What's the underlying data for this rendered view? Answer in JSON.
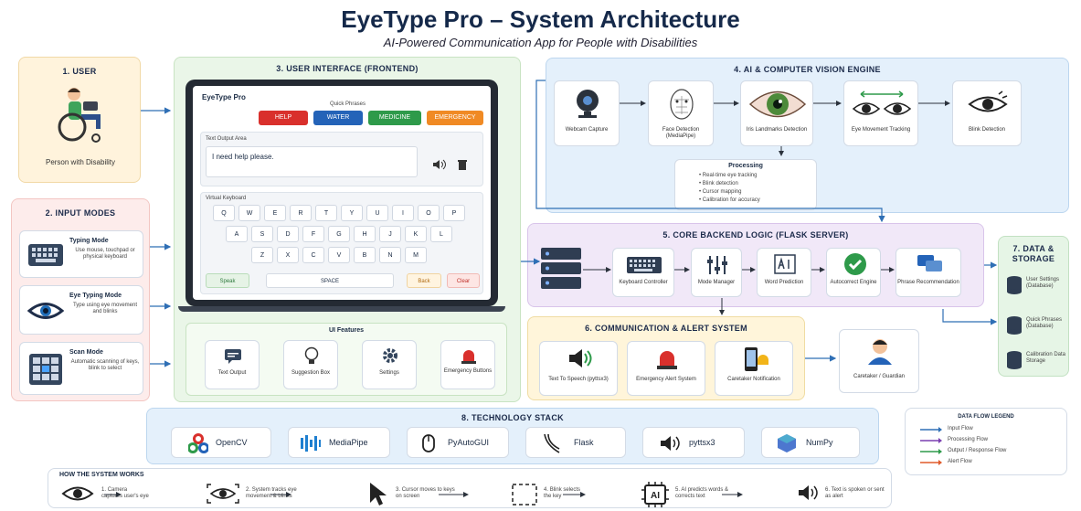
{
  "header": {
    "title": "EyeType Pro – System Architecture",
    "subtitle": "AI-Powered Communication App for People with Disabilities"
  },
  "user": {
    "title": "1. USER",
    "label": "Person with Disability"
  },
  "input_modes": {
    "title": "2. INPUT MODES",
    "items": [
      {
        "title": "Typing Mode",
        "desc": "Use mouse, touchpad or physical keyboard"
      },
      {
        "title": "Eye Typing Mode",
        "desc": "Type using eye movement and blinks"
      },
      {
        "title": "Scan Mode",
        "desc": "Automatic scanning of keys, blink to select"
      }
    ]
  },
  "frontend": {
    "title": "3. USER INTERFACE (FRONTEND)",
    "app_name": "EyeType Pro",
    "quick_label": "Quick Phrases",
    "quick": [
      {
        "label": "HELP",
        "color": "#d9302c"
      },
      {
        "label": "WATER",
        "color": "#2463b8"
      },
      {
        "label": "MEDICINE",
        "color": "#2e9a4a"
      },
      {
        "label": "EMERGENCY",
        "color": "#f08a24"
      }
    ],
    "output_label": "Text Output Area",
    "output_text": "I need help please.",
    "keyboard_label": "Virtual Keyboard",
    "rows": [
      [
        "Q",
        "W",
        "E",
        "R",
        "T",
        "Y",
        "U",
        "I",
        "O",
        "P"
      ],
      [
        "A",
        "S",
        "D",
        "F",
        "G",
        "H",
        "J",
        "K",
        "L"
      ],
      [
        "Z",
        "X",
        "C",
        "V",
        "B",
        "N",
        "M"
      ]
    ],
    "speak": "Speak",
    "space": "SPACE",
    "back": "Back",
    "clear": "Clear",
    "features_title": "UI Features",
    "features": [
      {
        "label": "Text Output",
        "icon": "text-output-icon"
      },
      {
        "label": "Suggestion Box",
        "icon": "lightbulb-icon"
      },
      {
        "label": "Settings",
        "icon": "gear-icon"
      },
      {
        "label": "Emergency Buttons",
        "icon": "siren-icon"
      }
    ]
  },
  "ai": {
    "title": "4. AI & COMPUTER VISION ENGINE",
    "steps": [
      {
        "label": "Webcam Capture",
        "icon": "webcam-icon"
      },
      {
        "label": "Face Detection (MediaPipe)",
        "icon": "face-icon"
      },
      {
        "label": "Iris Landmarks Detection",
        "icon": "iris-icon"
      },
      {
        "label": "Eye Movement Tracking",
        "icon": "eyes-icon"
      },
      {
        "label": "Blink Detection",
        "icon": "blink-icon"
      }
    ],
    "processing_title": "Processing",
    "processing": [
      "Real-time eye tracking",
      "Blink detection",
      "Cursor mapping",
      "Calibration for accuracy"
    ]
  },
  "backend": {
    "title": "5. CORE BACKEND LOGIC (FLASK SERVER)",
    "items": [
      {
        "label": "Keyboard Controller",
        "icon": "keyboard-icon"
      },
      {
        "label": "Mode Manager",
        "icon": "sliders-icon"
      },
      {
        "label": "Word Prediction",
        "icon": "ai-text-icon"
      },
      {
        "label": "Autocorrect Engine",
        "icon": "check-icon"
      },
      {
        "label": "Phrase Recommendation",
        "icon": "chat-icon"
      }
    ]
  },
  "comm": {
    "title": "6. COMMUNICATION & ALERT SYSTEM",
    "items": [
      {
        "label": "Text To Speech (pyttsx3)",
        "icon": "speaker-icon"
      },
      {
        "label": "Emergency Alert System",
        "icon": "siren-icon"
      },
      {
        "label": "Caretaker Notification",
        "icon": "phone-bell-icon"
      }
    ],
    "caretaker": "Caretaker / Guardian"
  },
  "storage": {
    "title": "7. DATA & STORAGE",
    "items": [
      "User Settings (Database)",
      "Quick Phrases (Database)",
      "Calibration Data Storage"
    ]
  },
  "tech": {
    "title": "8. TECHNOLOGY STACK",
    "items": [
      {
        "label": "OpenCV",
        "icon": "opencv-icon"
      },
      {
        "label": "MediaPipe",
        "icon": "mediapipe-icon"
      },
      {
        "label": "PyAutoGUI",
        "icon": "mouse-icon"
      },
      {
        "label": "Flask",
        "icon": "flask-icon"
      },
      {
        "label": "pyttsx3",
        "icon": "speaker-icon"
      },
      {
        "label": "NumPy",
        "icon": "numpy-icon"
      }
    ]
  },
  "legend": {
    "title": "DATA FLOW LEGEND",
    "items": [
      {
        "label": "Input Flow",
        "color": "#2f6fb5"
      },
      {
        "label": "Processing Flow",
        "color": "#7a3fb0"
      },
      {
        "label": "Output / Response Flow",
        "color": "#2e9a4a"
      },
      {
        "label": "Alert Flow",
        "color": "#e05a2a"
      }
    ]
  },
  "how": {
    "title": "HOW THE SYSTEM WORKS",
    "steps": [
      {
        "n": "1.",
        "text": "Camera captures user's eye",
        "icon": "eye-icon"
      },
      {
        "n": "2.",
        "text": "System tracks eye movement & blinks",
        "icon": "eye-scan-icon"
      },
      {
        "n": "3.",
        "text": "Cursor moves to keys on screen",
        "icon": "cursor-icon"
      },
      {
        "n": "4.",
        "text": "Blink selects the key",
        "icon": "select-icon"
      },
      {
        "n": "5.",
        "text": "AI predicts words & corrects text",
        "icon": "ai-chip-icon"
      },
      {
        "n": "6.",
        "text": "Text is spoken or sent as alert",
        "icon": "speaker-icon"
      }
    ]
  }
}
